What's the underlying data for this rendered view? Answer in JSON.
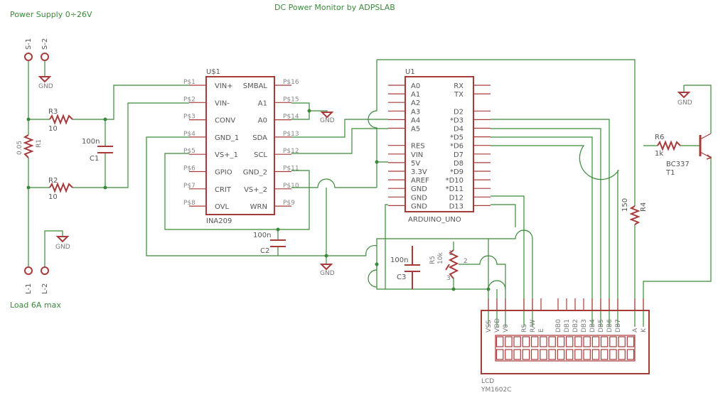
{
  "title": "DC Power Monitor by ADPSLAB",
  "power_supply_label": "Power Supply 0÷26V",
  "load_label": "Load 6A max",
  "gnd": "GND",
  "terminals": {
    "s1": "S-1",
    "s2": "S-2",
    "l1": "L-1",
    "l2": "L-2"
  },
  "r3": {
    "name": "R3",
    "value": "10"
  },
  "r2": {
    "name": "R2",
    "value": "10"
  },
  "r1": {
    "name": "R1",
    "value": "0.05"
  },
  "c1": {
    "name": "C1",
    "value": "100n"
  },
  "c2": {
    "name": "C2",
    "value": "100n"
  },
  "c3": {
    "name": "C3",
    "value": "100n"
  },
  "r5": {
    "name": "R5",
    "value": "10k",
    "pin1": "1",
    "pin2": "2",
    "pin3": "3"
  },
  "r6": {
    "name": "R6",
    "value": "1k"
  },
  "r4": {
    "name": "R4",
    "value": "150"
  },
  "t1": {
    "name": "T1",
    "value": "BC337"
  },
  "ina": {
    "ref": "U$1",
    "name": "INA209",
    "left": [
      {
        "pin": "P$1",
        "label": "VIN+"
      },
      {
        "pin": "P$2",
        "label": "VIN-"
      },
      {
        "pin": "P$3",
        "label": "CONV"
      },
      {
        "pin": "P$4",
        "label": "GND_1"
      },
      {
        "pin": "P$5",
        "label": "VS+_1"
      },
      {
        "pin": "P$6",
        "label": "GPIO"
      },
      {
        "pin": "P$7",
        "label": "CRIT"
      },
      {
        "pin": "P$8",
        "label": "OVL"
      }
    ],
    "right": [
      {
        "pin": "P$16",
        "label": "SMBAL"
      },
      {
        "pin": "P$15",
        "label": "A1"
      },
      {
        "pin": "P$14",
        "label": "A0"
      },
      {
        "pin": "P$13",
        "label": "SDA"
      },
      {
        "pin": "P$12",
        "label": "SCL"
      },
      {
        "pin": "P$11",
        "label": "GND_2"
      },
      {
        "pin": "P$10",
        "label": "VS+_2"
      },
      {
        "pin": "P$9",
        "label": "WRN"
      }
    ]
  },
  "uno": {
    "ref": "U1",
    "name": "ARDUINO_UNO",
    "left": [
      "A0",
      "A1",
      "A2",
      "A3",
      "A4",
      "A5",
      "",
      "RES",
      "VIN",
      "5V",
      "3.3V",
      "AREF",
      "GND",
      "GND",
      "GND"
    ],
    "right": [
      "RX",
      "TX",
      "",
      "D2",
      "*D3",
      "D4",
      "*D5",
      "*D6",
      "D7",
      "D8",
      "*D9",
      "*D10",
      "*D11",
      "D12",
      "D13"
    ]
  },
  "lcd": {
    "name": "LCD",
    "value": "YM1602C",
    "pins": [
      "VSS",
      "VDD",
      "V0",
      "RS",
      "R/W",
      "E",
      "DB0",
      "DB1",
      "DB2",
      "DB3",
      "DB4",
      "DB5",
      "DB6",
      "DB7",
      "A",
      "K"
    ]
  }
}
